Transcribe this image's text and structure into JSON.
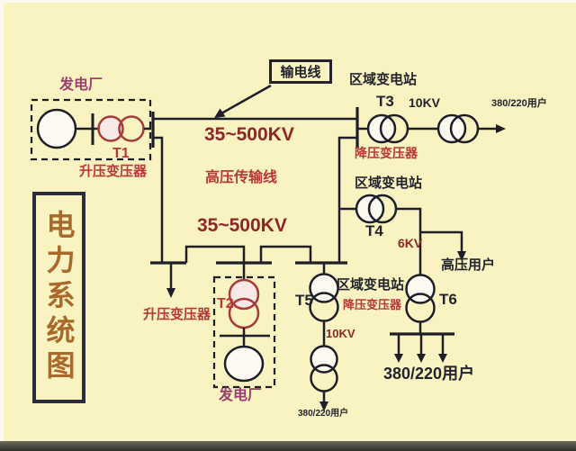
{
  "page": {
    "title": "电力系统图"
  },
  "callout": {
    "label": "输电线"
  },
  "transmission": {
    "voltage_top": "35~500KV",
    "name": "高压传输线",
    "voltage_lower": "35~500KV"
  },
  "plant_top": {
    "name": "发电厂",
    "transformer_id": "T1",
    "transformer_type": "升压变压器"
  },
  "plant_bottom": {
    "name": "发电厂",
    "transformer_id": "T2",
    "transformer_type": "升压变压器"
  },
  "substation_t3": {
    "name": "区域变电站",
    "transformer_id": "T3",
    "transformer_type": "降压变压器",
    "voltage": "10KV",
    "users": "380/220用户"
  },
  "substation_t4": {
    "name": "区域变电站",
    "transformer_id": "T4",
    "voltage": "6KV",
    "hv_users": "高压用户"
  },
  "substation_t5t6": {
    "name": "区域变电站",
    "transformer_type": "降压变压器",
    "left_id": "T5",
    "right_id": "T6",
    "left_voltage": "10KV",
    "left_users": "380/220用户",
    "right_users": "380/220用户"
  },
  "colors": {
    "background": "#f8f3c1",
    "line": "#1e1e28",
    "dark_text": "#23232e",
    "red_text": "#b83737",
    "maroon_text": "#8e2626",
    "purple_text": "#9a3f6d",
    "red_transformer_stroke": "#a83a3a",
    "title_text": "#a8692b"
  }
}
